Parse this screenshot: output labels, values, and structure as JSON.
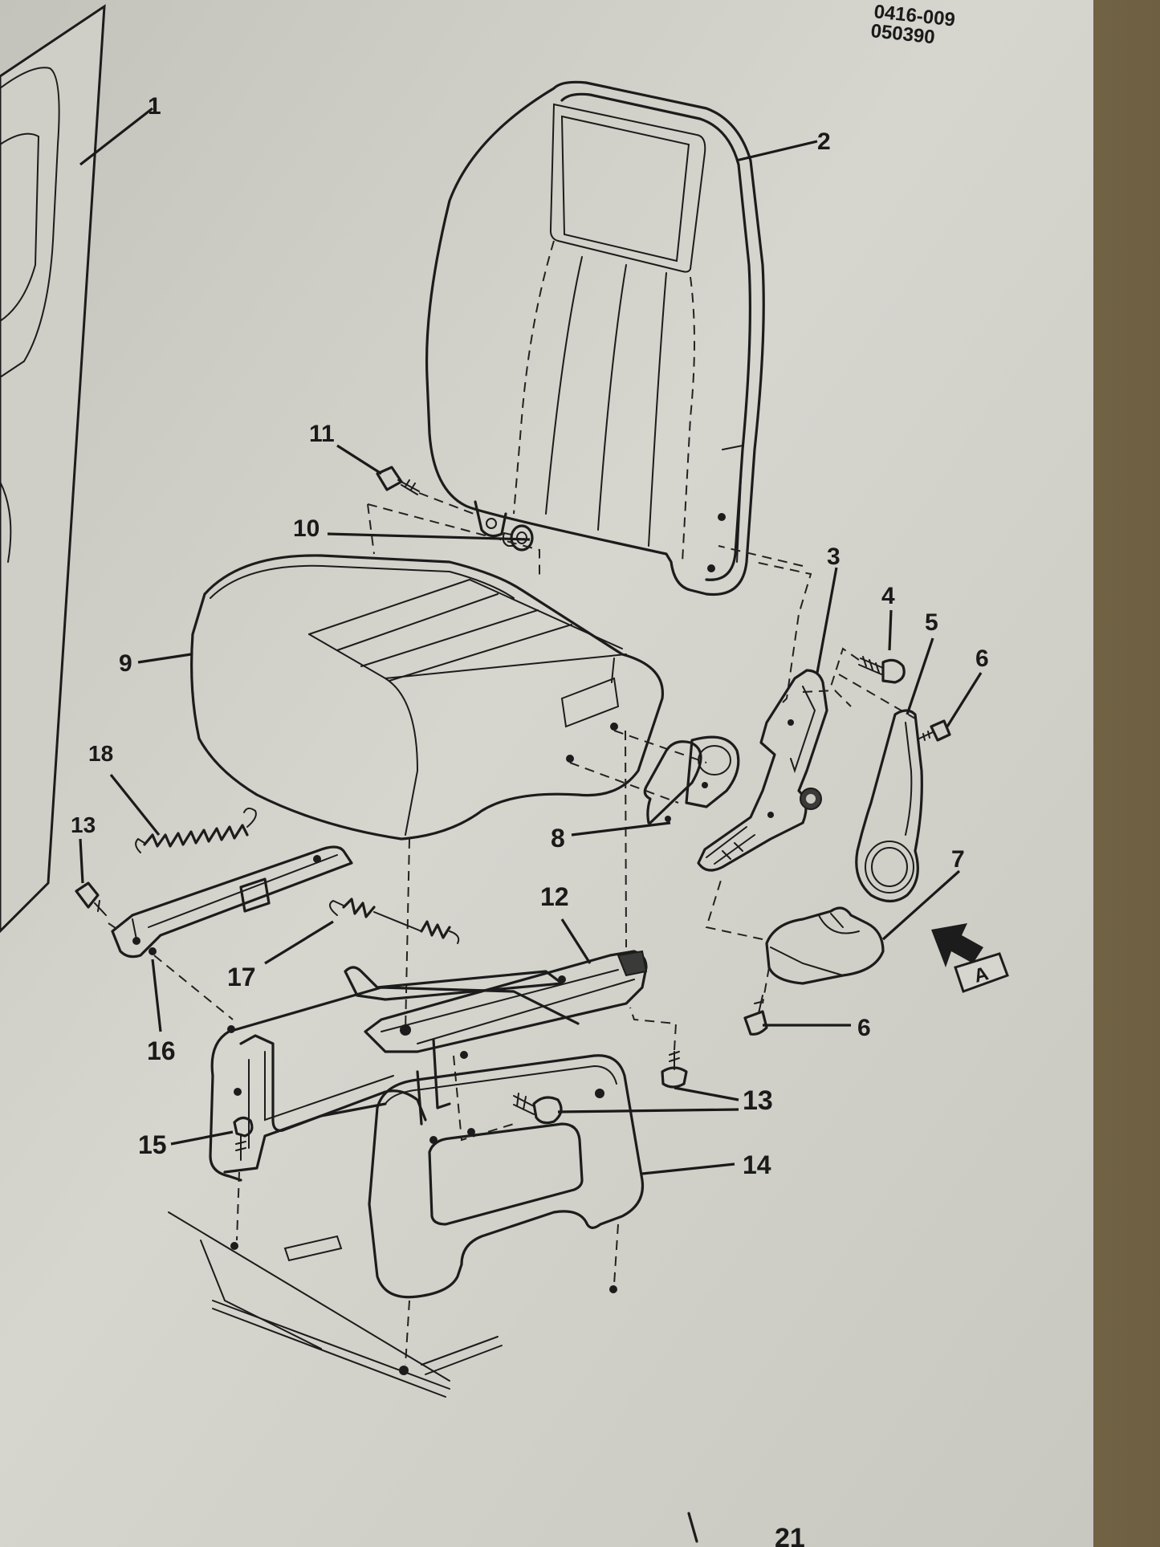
{
  "figure": {
    "reference_code": "0416-009",
    "reference_date": "050390",
    "page_number": "21",
    "view_label": "A"
  },
  "callouts": [
    "1",
    "2",
    "3",
    "4",
    "5",
    "6",
    "6",
    "7",
    "8",
    "9",
    "10",
    "11",
    "12",
    "13",
    "13",
    "14",
    "15",
    "16",
    "17",
    "18"
  ],
  "colors": {
    "paper": "#d2d2cb",
    "ink": "#1c1c1c",
    "page_edge": "#8a7a5c"
  }
}
